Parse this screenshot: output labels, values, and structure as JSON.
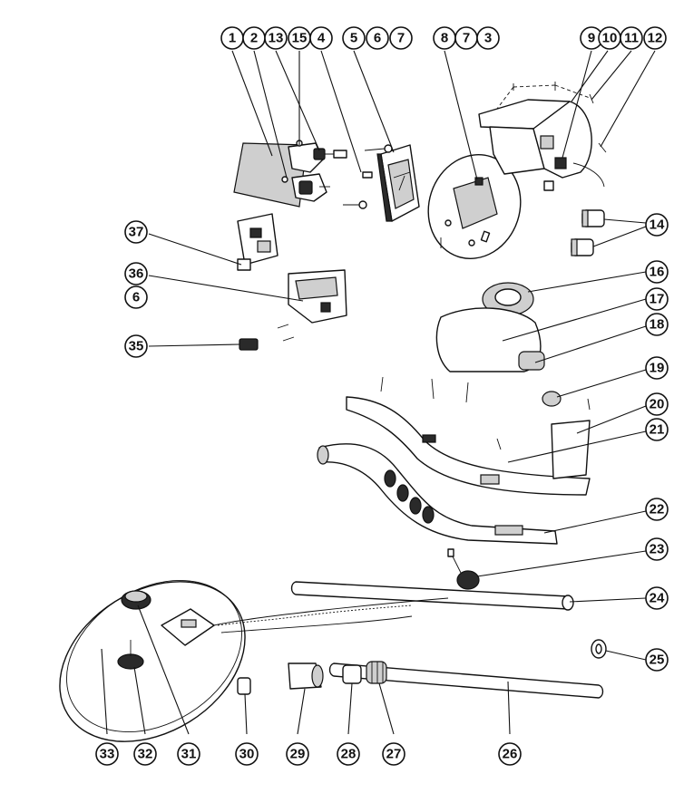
{
  "callouts": {
    "c1": "1",
    "c2": "2",
    "c13": "13",
    "c15": "15",
    "c4": "4",
    "c5": "5",
    "c6a": "6",
    "c7a": "7",
    "c8": "8",
    "c7b": "7",
    "c3": "3",
    "c9": "9",
    "c10": "10",
    "c11": "11",
    "c12": "12",
    "c14": "14",
    "c37": "37",
    "c36": "36",
    "c6b": "6",
    "c35": "35",
    "c16": "16",
    "c17": "17",
    "c18": "18",
    "c19": "19",
    "c20": "20",
    "c21": "21",
    "c22": "22",
    "c23": "23",
    "c24": "24",
    "c25": "25",
    "c33": "33",
    "c32": "32",
    "c31": "31",
    "c30": "30",
    "c29": "29",
    "c28": "28",
    "c27": "27",
    "c26": "26"
  }
}
